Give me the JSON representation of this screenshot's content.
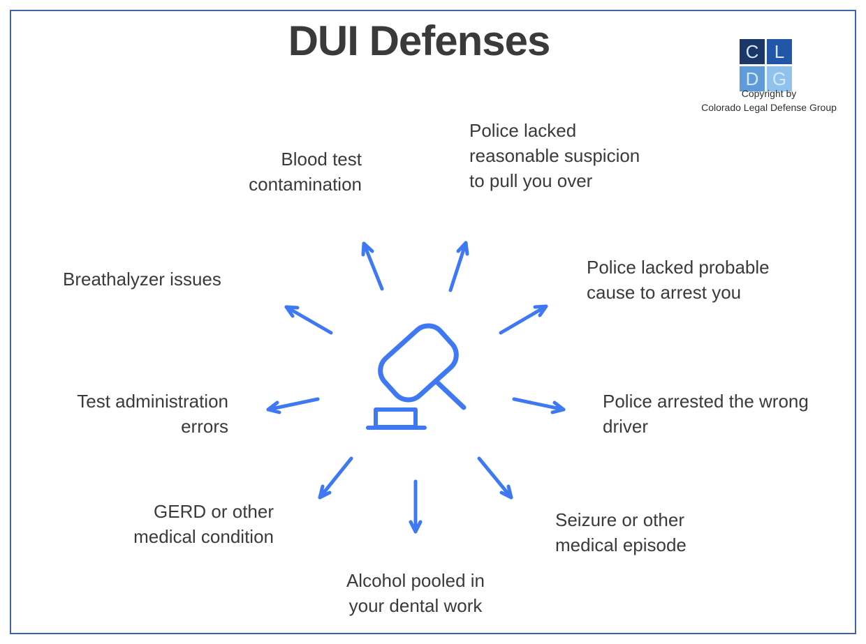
{
  "page": {
    "title": "DUI Defenses"
  },
  "logo": {
    "squares": [
      {
        "char": "C",
        "style": "background:#1a3767"
      },
      {
        "char": "L",
        "style": "background:#2156a8"
      },
      {
        "char": "D",
        "style": "background:#5d9bd9"
      },
      {
        "char": "G",
        "style": "background:#8fc2ec"
      }
    ],
    "caption1": "Copyright by",
    "caption2": "Colorado Legal Defense Group"
  },
  "colors": {
    "accent": "#3e78f2",
    "border": "#3f63ae",
    "text": "#3a3a3a"
  },
  "diagram": {
    "center_icon": "gavel",
    "defenses": [
      {
        "id": "blood-test-contamination",
        "label": "Blood test\ncontamination"
      },
      {
        "id": "no-reasonable-suspicion",
        "label": "Police lacked\nreasonable suspicion\nto pull you over"
      },
      {
        "id": "breathalyzer-issues",
        "label": "Breathalyzer issues"
      },
      {
        "id": "no-probable-cause",
        "label": "Police lacked probable\ncause to arrest you"
      },
      {
        "id": "test-administration-errors",
        "label": "Test administration\nerrors"
      },
      {
        "id": "wrong-driver",
        "label": "Police arrested the wrong\ndriver"
      },
      {
        "id": "gerd-medical-condition",
        "label": "GERD or other\nmedical condition"
      },
      {
        "id": "seizure-medical-episode",
        "label": "Seizure or other\nmedical episode"
      },
      {
        "id": "alcohol-dental-work",
        "label": "Alcohol pooled in\nyour dental work"
      }
    ]
  }
}
